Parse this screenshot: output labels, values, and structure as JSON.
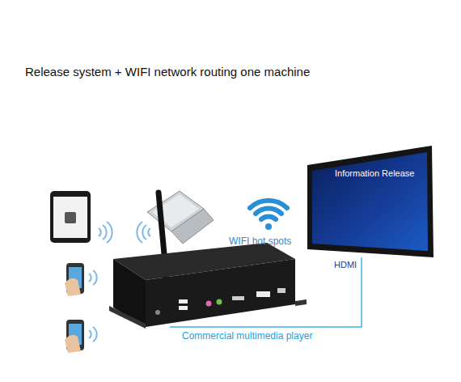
{
  "diagram": {
    "title": "Release system + WIFI network routing one machine",
    "nodes": [
      {
        "text": [
          "Information Release"
        ]
      },
      {
        "text": [
          "Commercial multimedia player"
        ]
      }
    ],
    "edges": [
      {
        "from": 1,
        "to": 0,
        "arrow": "none",
        "label": "HDMI"
      }
    ],
    "labels": [
      "WIFI hot spots"
    ]
  }
}
